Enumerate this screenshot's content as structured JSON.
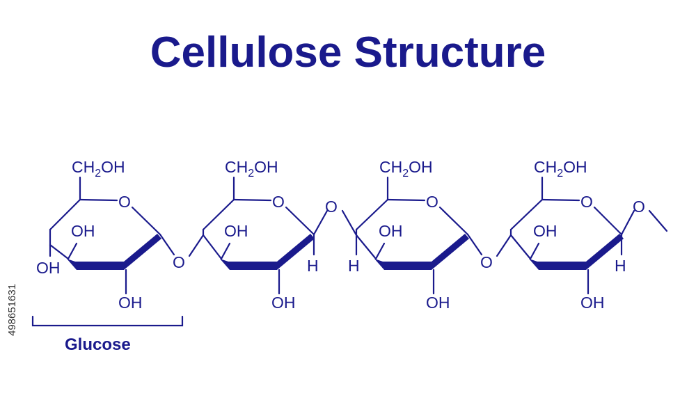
{
  "title": "Cellulose Structure",
  "colors": {
    "ink": "#1a1a8c",
    "background": "#ffffff"
  },
  "labels": {
    "ch2oh": "CH",
    "ch2oh_sub": "2",
    "ch2oh_tail": "OH",
    "ring_o": "O",
    "oh": "OH",
    "h": "H",
    "link_o": "O"
  },
  "bracket_label": "Glucose",
  "stock_id": "498651631"
}
